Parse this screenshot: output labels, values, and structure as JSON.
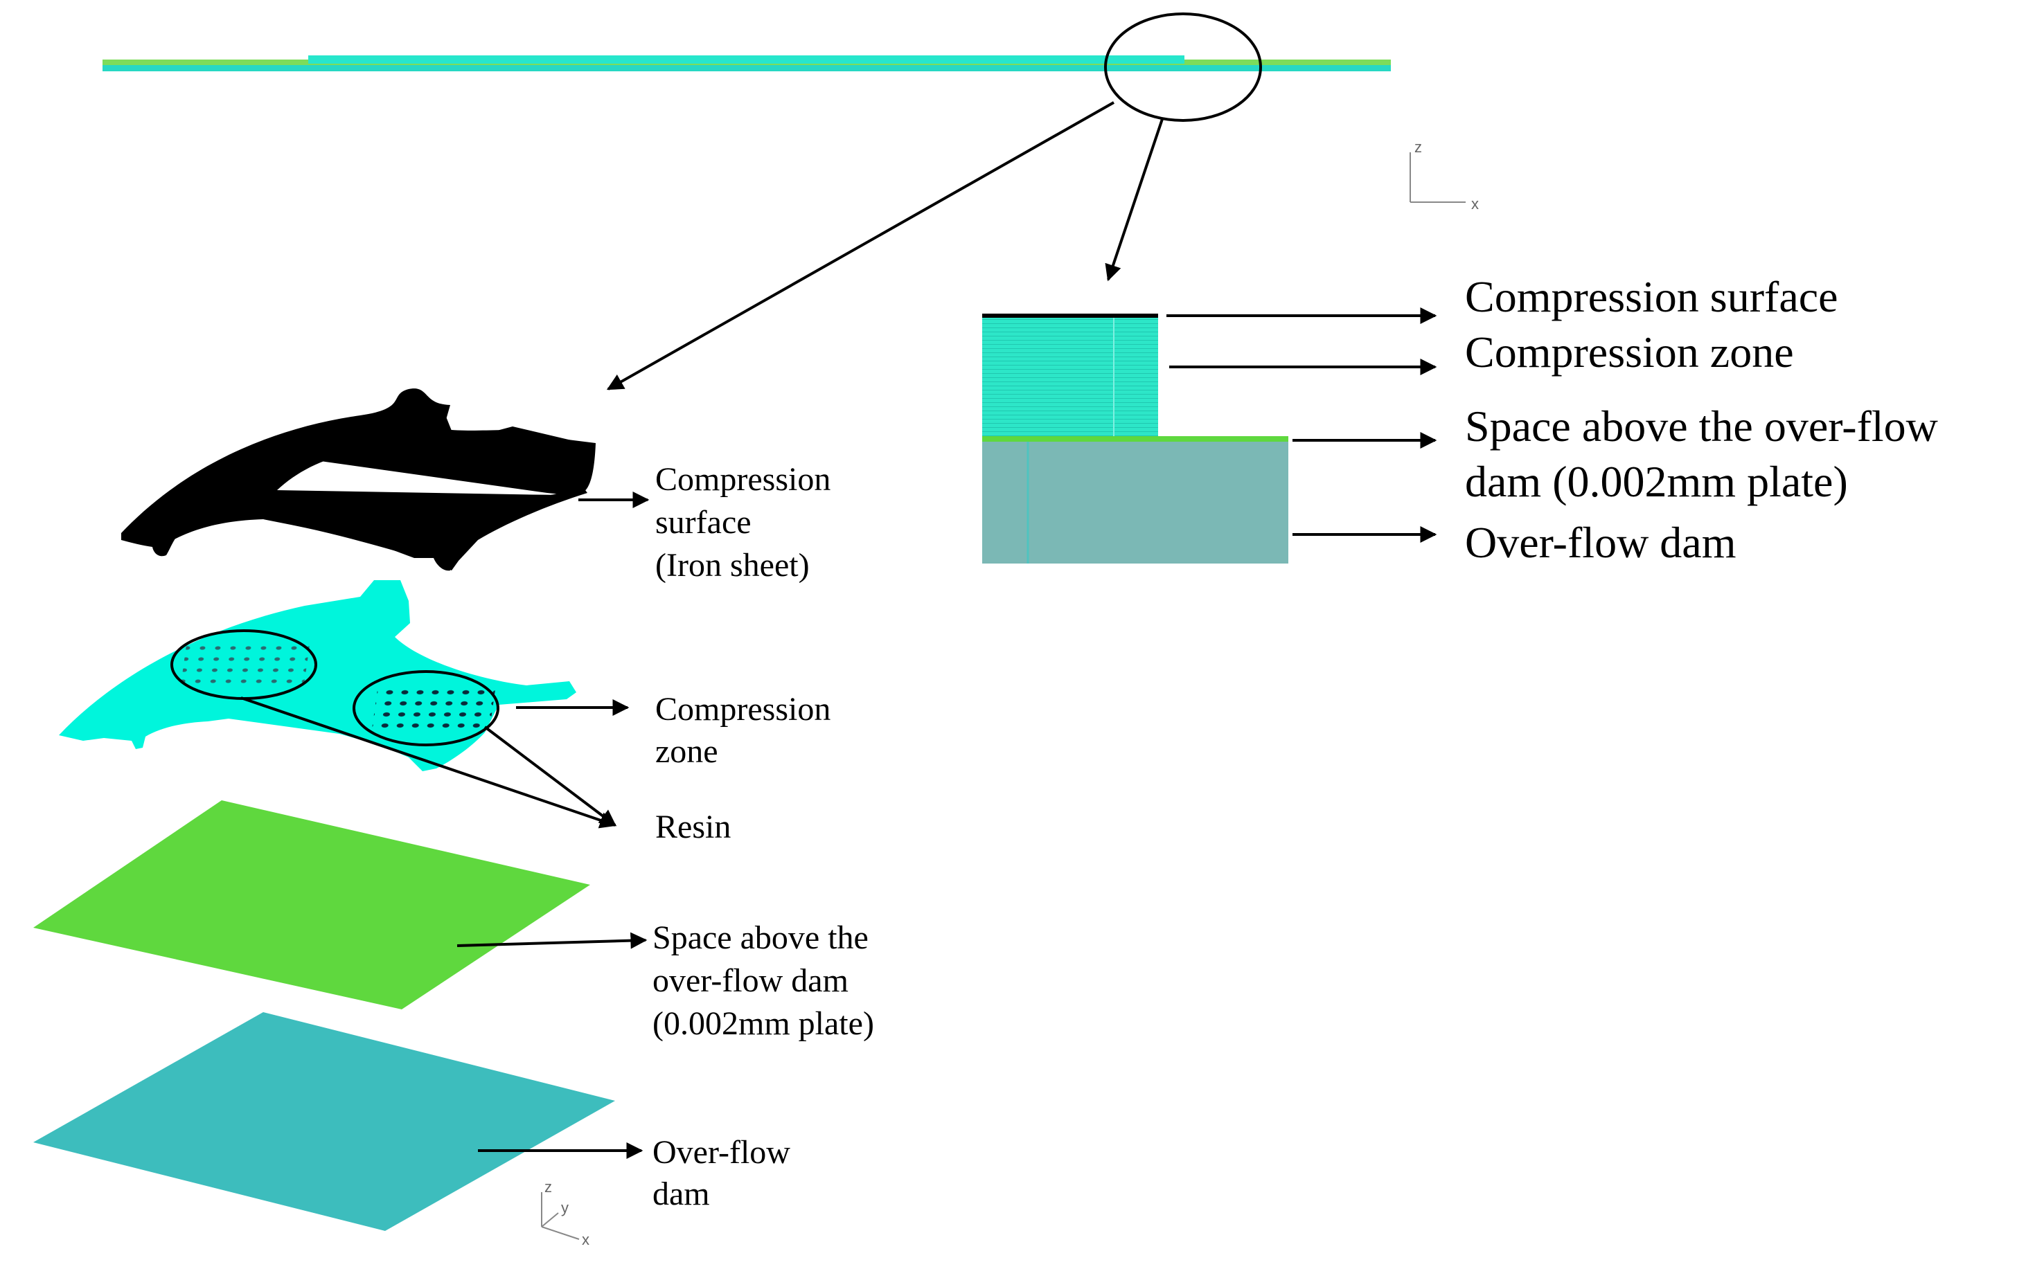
{
  "colors": {
    "compression_surface": "#000000",
    "compression_zone": "#00f5dc",
    "zoom_compression_zone": "#2de6c8",
    "space_plate": "#5fd83e",
    "overflow_dam": "#3dbdbd",
    "zoom_overflow_dam": "#7bb8b5",
    "top_strip_green": "#7ddc5a",
    "top_strip_cyan": "#27e0c8"
  },
  "exploded_view": {
    "compression_surface": [
      "Compression",
      "surface",
      "(Iron sheet)"
    ],
    "compression_zone": [
      "Compression",
      "zone"
    ],
    "resin": "Resin",
    "space_plate": [
      "Space above the",
      "over-flow dam",
      "(0.002mm plate)"
    ],
    "overflow_dam": [
      "Over-flow",
      "dam"
    ]
  },
  "zoom_view": {
    "compression_surface": "Compression surface",
    "compression_zone": "Compression zone",
    "space_plate": [
      "Space above the over-flow",
      "dam (0.002mm plate)"
    ],
    "overflow_dam": "Over-flow dam"
  },
  "axes": {
    "top_right": {
      "z": "z",
      "x": "x"
    },
    "bottom": {
      "z": "z",
      "y": "y",
      "x": "x"
    }
  }
}
